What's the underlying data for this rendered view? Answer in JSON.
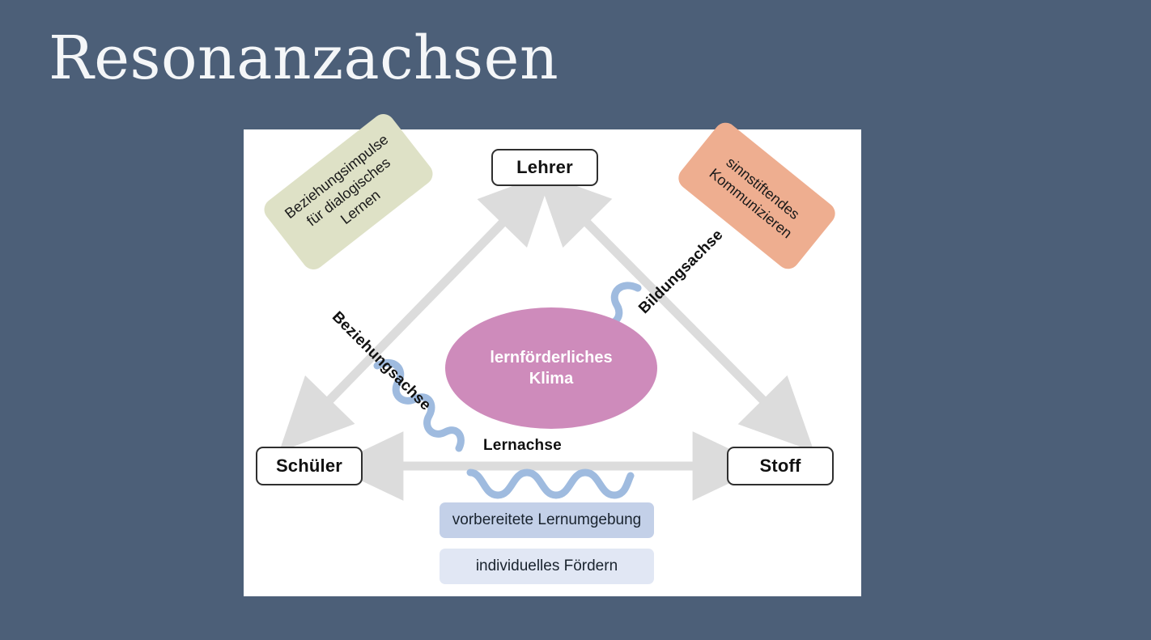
{
  "slide": {
    "title": "Resonanzachsen",
    "background_color": "#4c5f78",
    "card_background": "#ffffff"
  },
  "diagram": {
    "nodes": [
      {
        "id": "lehrer",
        "label": "Lehrer"
      },
      {
        "id": "schueler",
        "label": "Schüler"
      },
      {
        "id": "stoff",
        "label": "Stoff"
      }
    ],
    "center": {
      "label_line1": "lernförderliches",
      "label_line2": "Klima",
      "color": "#ce8bbb",
      "text_color": "#ffffff"
    },
    "axes": [
      {
        "id": "beziehungsachse",
        "label": "Beziehungsachse",
        "from": "schüler",
        "to": "lehrer"
      },
      {
        "id": "bildungsachse",
        "label": "Bildungsachse",
        "from": "lehrer",
        "to": "stoff"
      },
      {
        "id": "lernachse",
        "label": "Lernachse",
        "from": "schüler",
        "to": "stoff"
      }
    ],
    "cards": [
      {
        "id": "beziehungsimpulse",
        "line1": "Beziehungsimpulse",
        "line2": "für dialogisches",
        "line3": "Lernen",
        "color": "#dee1c6"
      },
      {
        "id": "sinnstiftendes",
        "line1": "sinnstiftendes",
        "line2": "Kommunizieren",
        "color": "#eeae90"
      }
    ],
    "chips": [
      {
        "id": "lernumgebung",
        "label": "vorbereitete Lernumgebung",
        "color": "#c3d0e8"
      },
      {
        "id": "foerdern",
        "label": "individuelles Fördern",
        "color": "#e1e7f4"
      }
    ],
    "arrow_color": "#dcdcdc",
    "wave_color": "#9fbbdf"
  }
}
